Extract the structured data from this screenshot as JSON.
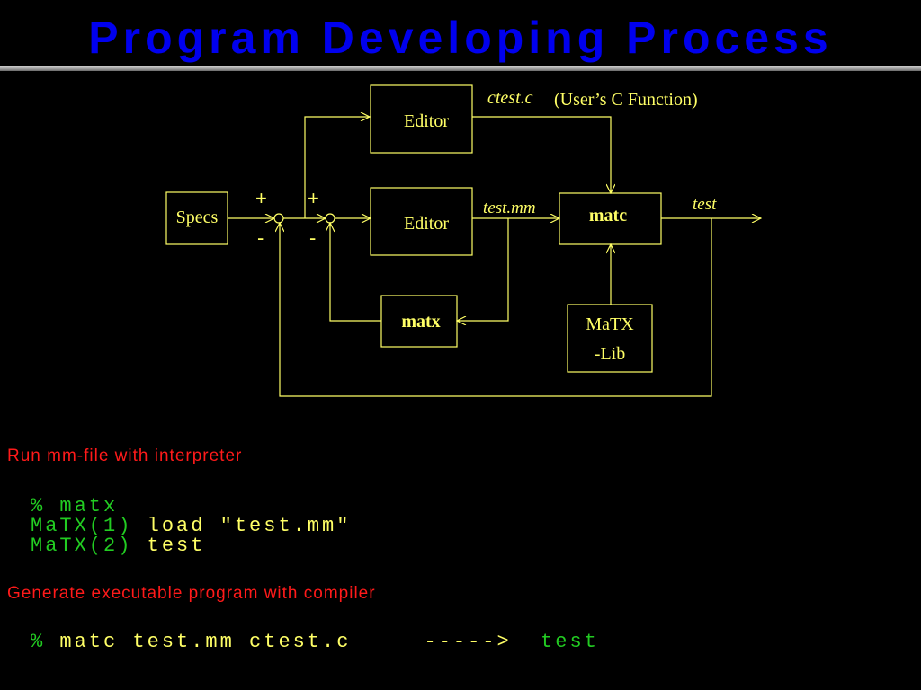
{
  "title": "Program Developing Process",
  "diagram": {
    "specs": "Specs",
    "editor_top": "Editor",
    "editor_mid": "Editor",
    "matc": "matc",
    "matx": "matx",
    "lib_line1": "MaTX",
    "lib_line2": "-Lib",
    "ctest_label": "ctest.c",
    "user_func_label": "(User’s C Function)",
    "testmm_label": "test.mm",
    "test_label": "test",
    "plus1": "+",
    "plus2": "+",
    "minus1": "-",
    "minus2": "-"
  },
  "section1": {
    "heading": "Run mm-file with interpreter",
    "line1_prompt": "% matx",
    "line2_prompt": "MaTX(1)",
    "line2_cmd": "load \"test.mm\"",
    "line3_prompt": "MaTX(2)",
    "line3_cmd": "test"
  },
  "section2": {
    "heading": "Generate executable program with compiler",
    "prompt": "%",
    "cmd": "matc test.mm ctest.c",
    "arrow": "----->",
    "result": "test"
  },
  "colors": {
    "title": "#0000ee",
    "diagram": "#ffff66",
    "heading": "#ff1a1a",
    "prompt": "#22cc22"
  }
}
